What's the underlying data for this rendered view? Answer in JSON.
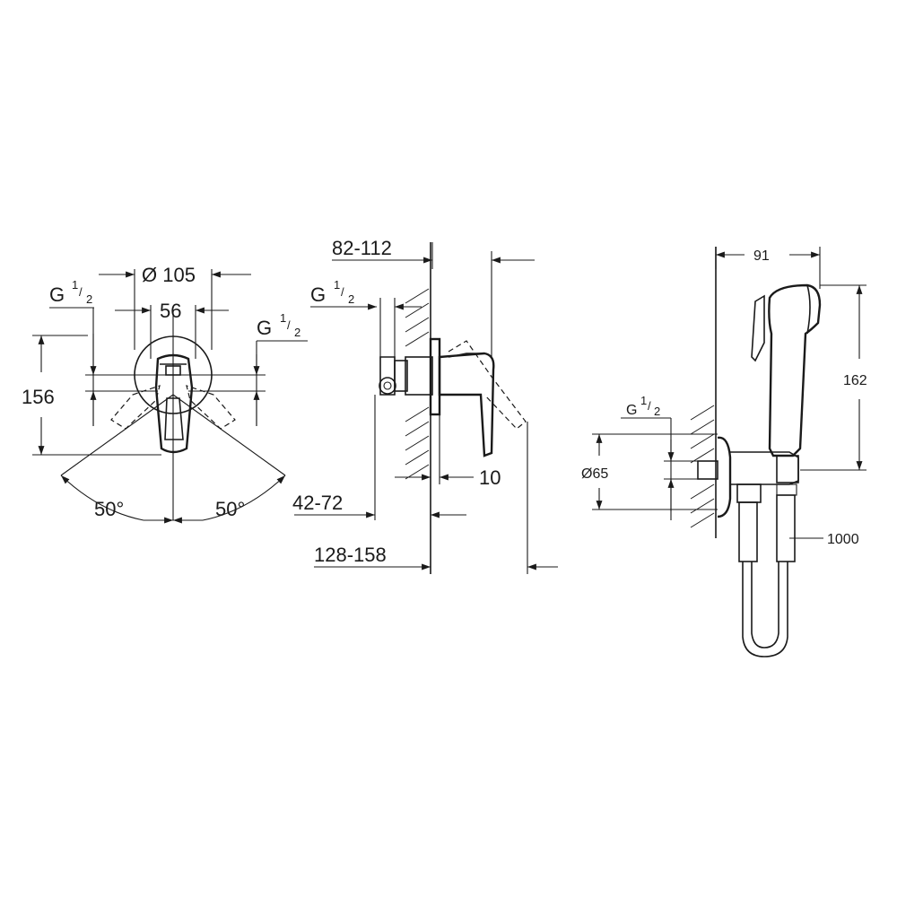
{
  "front_view": {
    "dim_outer_diameter": "Ø 105",
    "dim_width_inner": "56",
    "dim_height": "156",
    "thread_left": {
      "base": "G",
      "num": "1",
      "den": "2"
    },
    "thread_right": {
      "base": "G",
      "num": "1",
      "den": "2"
    },
    "angle_left": "50°",
    "angle_right": "50°"
  },
  "side_view": {
    "dim_depth_range": "82-112",
    "thread": {
      "base": "G",
      "num": "1",
      "den": "2"
    },
    "dim_rosette": "10",
    "dim_wall_range": "42-72",
    "dim_total_range": "128-158"
  },
  "hand_shower_view": {
    "dim_width": "91",
    "dim_height": "162",
    "thread": {
      "base": "G",
      "num": "1",
      "den": "2"
    },
    "dim_diameter": "Ø65",
    "hose_length": "1000"
  }
}
